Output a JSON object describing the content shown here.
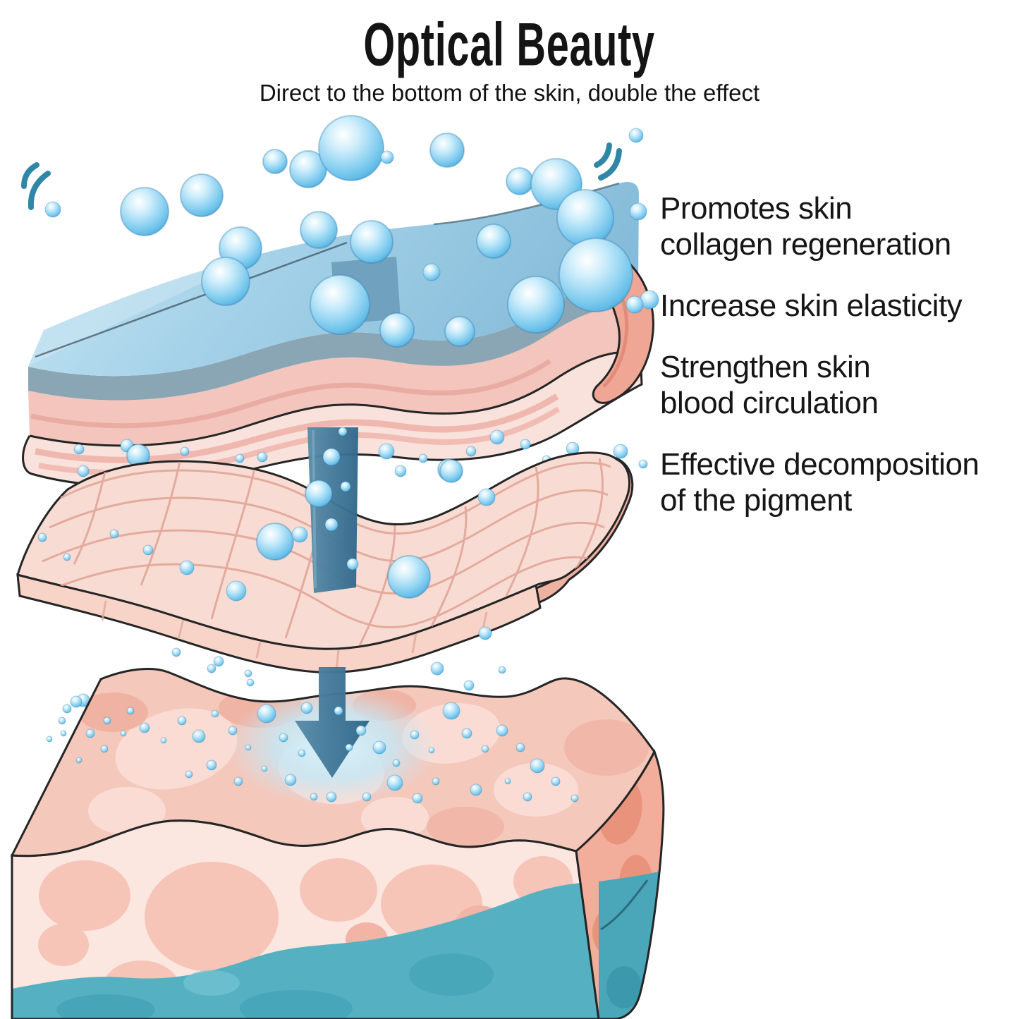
{
  "header": {
    "title": "Optical Beauty",
    "subtitle": "Direct to the bottom of the skin, double the effect"
  },
  "benefits": [
    "Promotes skin\ncollagen regeneration",
    "Increase skin elasticity",
    "Strengthen skin\nblood circulation",
    "Effective decomposition\nof the pigment"
  ],
  "illustration": {
    "icons": {
      "water-droplet-icon": "blue gradient sphere",
      "vibration-wave-icon": "double sonic arcs",
      "penetration-arrow-icon": "downward teal arrow through skin layers"
    },
    "colors": {
      "background": "#ffffff",
      "text": "#161616",
      "epidermis_blue": "#a5d2e9",
      "epidermis_gray_band": "#8aa6b4",
      "dermis_pink_band": "#f3c5bc",
      "pale_pink_band": "#f9e2dc",
      "collagen_grid_sheet": "#f8dcd3",
      "grid_line": "#e2a598",
      "tissue_top": "#f5c8bc",
      "tissue_front": "#fbe7e0",
      "tissue_side": "#f2ae9b",
      "hypodermis_teal": "#55b1c2",
      "droplet_blue": "#7ecbee",
      "arrow_teal": "#44799a"
    }
  }
}
